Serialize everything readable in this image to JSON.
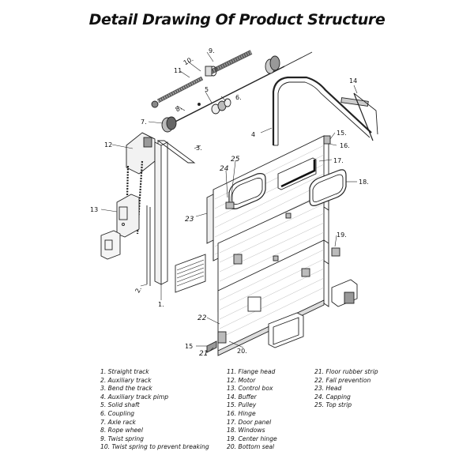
{
  "title": "Detail Drawing Of Product Structure",
  "callouts": {
    "c1": "1.",
    "c2": "2.",
    "c3": "3.",
    "c4": "4",
    "c5": "5",
    "c6": "6.",
    "c7": "7.",
    "c8": "8.",
    "c9": "9.",
    "c10": "10.",
    "c11": "11",
    "c12": "12",
    "c13": "13",
    "c14": "14",
    "c15a": "15.",
    "c15b": "15",
    "c16": "16.",
    "c17": "17.",
    "c18": "18.",
    "c19": "19.",
    "c20": "20.",
    "c21": "21",
    "c22": "22",
    "c23": "23",
    "c24": "24",
    "c25": "25"
  },
  "legend": {
    "col1": [
      "1. Straight track",
      "2. Auxiliary track",
      "3. Bend the track",
      "4. Auxiliary track pimp",
      "5. Solid shaft",
      "6. Coupling",
      "7. Axle rack",
      "8. Rope wheel",
      "9. Twist spring",
      "10. Twist spring to prevent breaking"
    ],
    "col2": [
      "11. Flange head",
      "12. Motor",
      "13. Control box",
      "14. Buffer",
      "15. Pulley",
      "16. Hinge",
      "17. Door panel",
      "18. Windows",
      "19. Center hinge",
      "20. Bottom seal"
    ],
    "col3": [
      "21. Floor rubber strip",
      "22. Fall prevention",
      "23. Head",
      "24. Capping",
      "25. Top strip"
    ]
  }
}
